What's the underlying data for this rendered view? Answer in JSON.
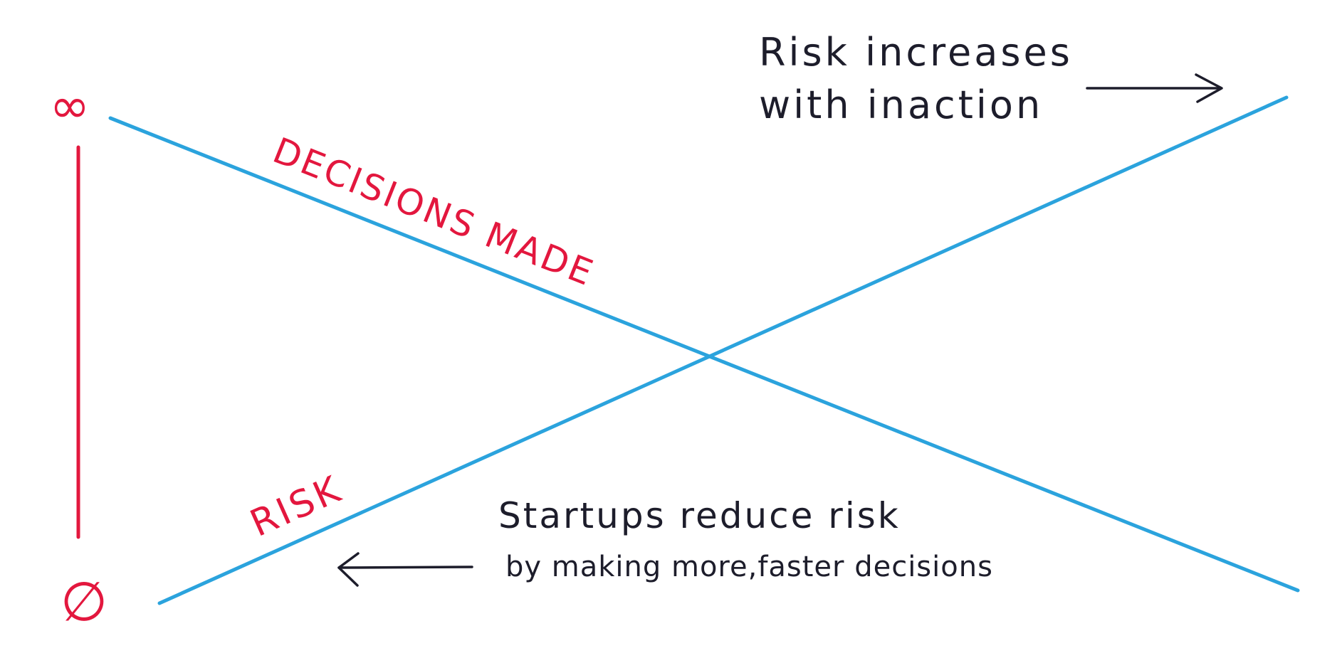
{
  "colors": {
    "background": "#ffffff",
    "line": "#2ba3dd",
    "label": "#e3173e",
    "ink": "#1d1d2b"
  },
  "scale": {
    "top": "∞",
    "bottom": "∅"
  },
  "labels": {
    "decisions": "DECISIONS MADE",
    "risk": "RISK"
  },
  "notes": {
    "top_line1": "Risk increases",
    "top_line2": "with inaction",
    "bottom_line1": "Startups reduce risk",
    "bottom_line2": "by making more,faster decisions"
  }
}
